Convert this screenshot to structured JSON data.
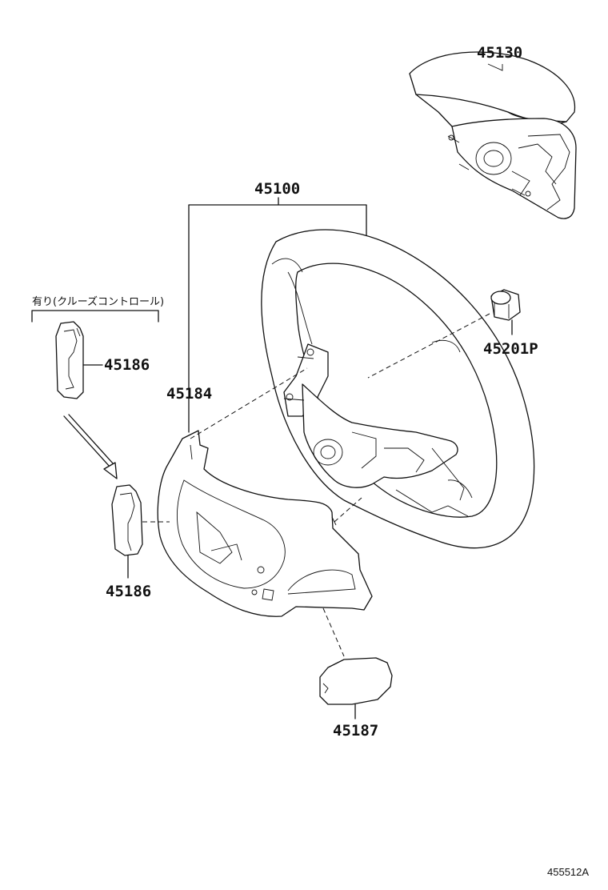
{
  "parts": {
    "airbag": "45130",
    "wheel": "45100",
    "lower_cover": "45184",
    "switch_upper": "45186",
    "switch_lower": "45186",
    "nut": "45201P",
    "bottom_cover": "45187"
  },
  "note": "有り(クルーズコントロール)",
  "diagram_code": "455512A"
}
